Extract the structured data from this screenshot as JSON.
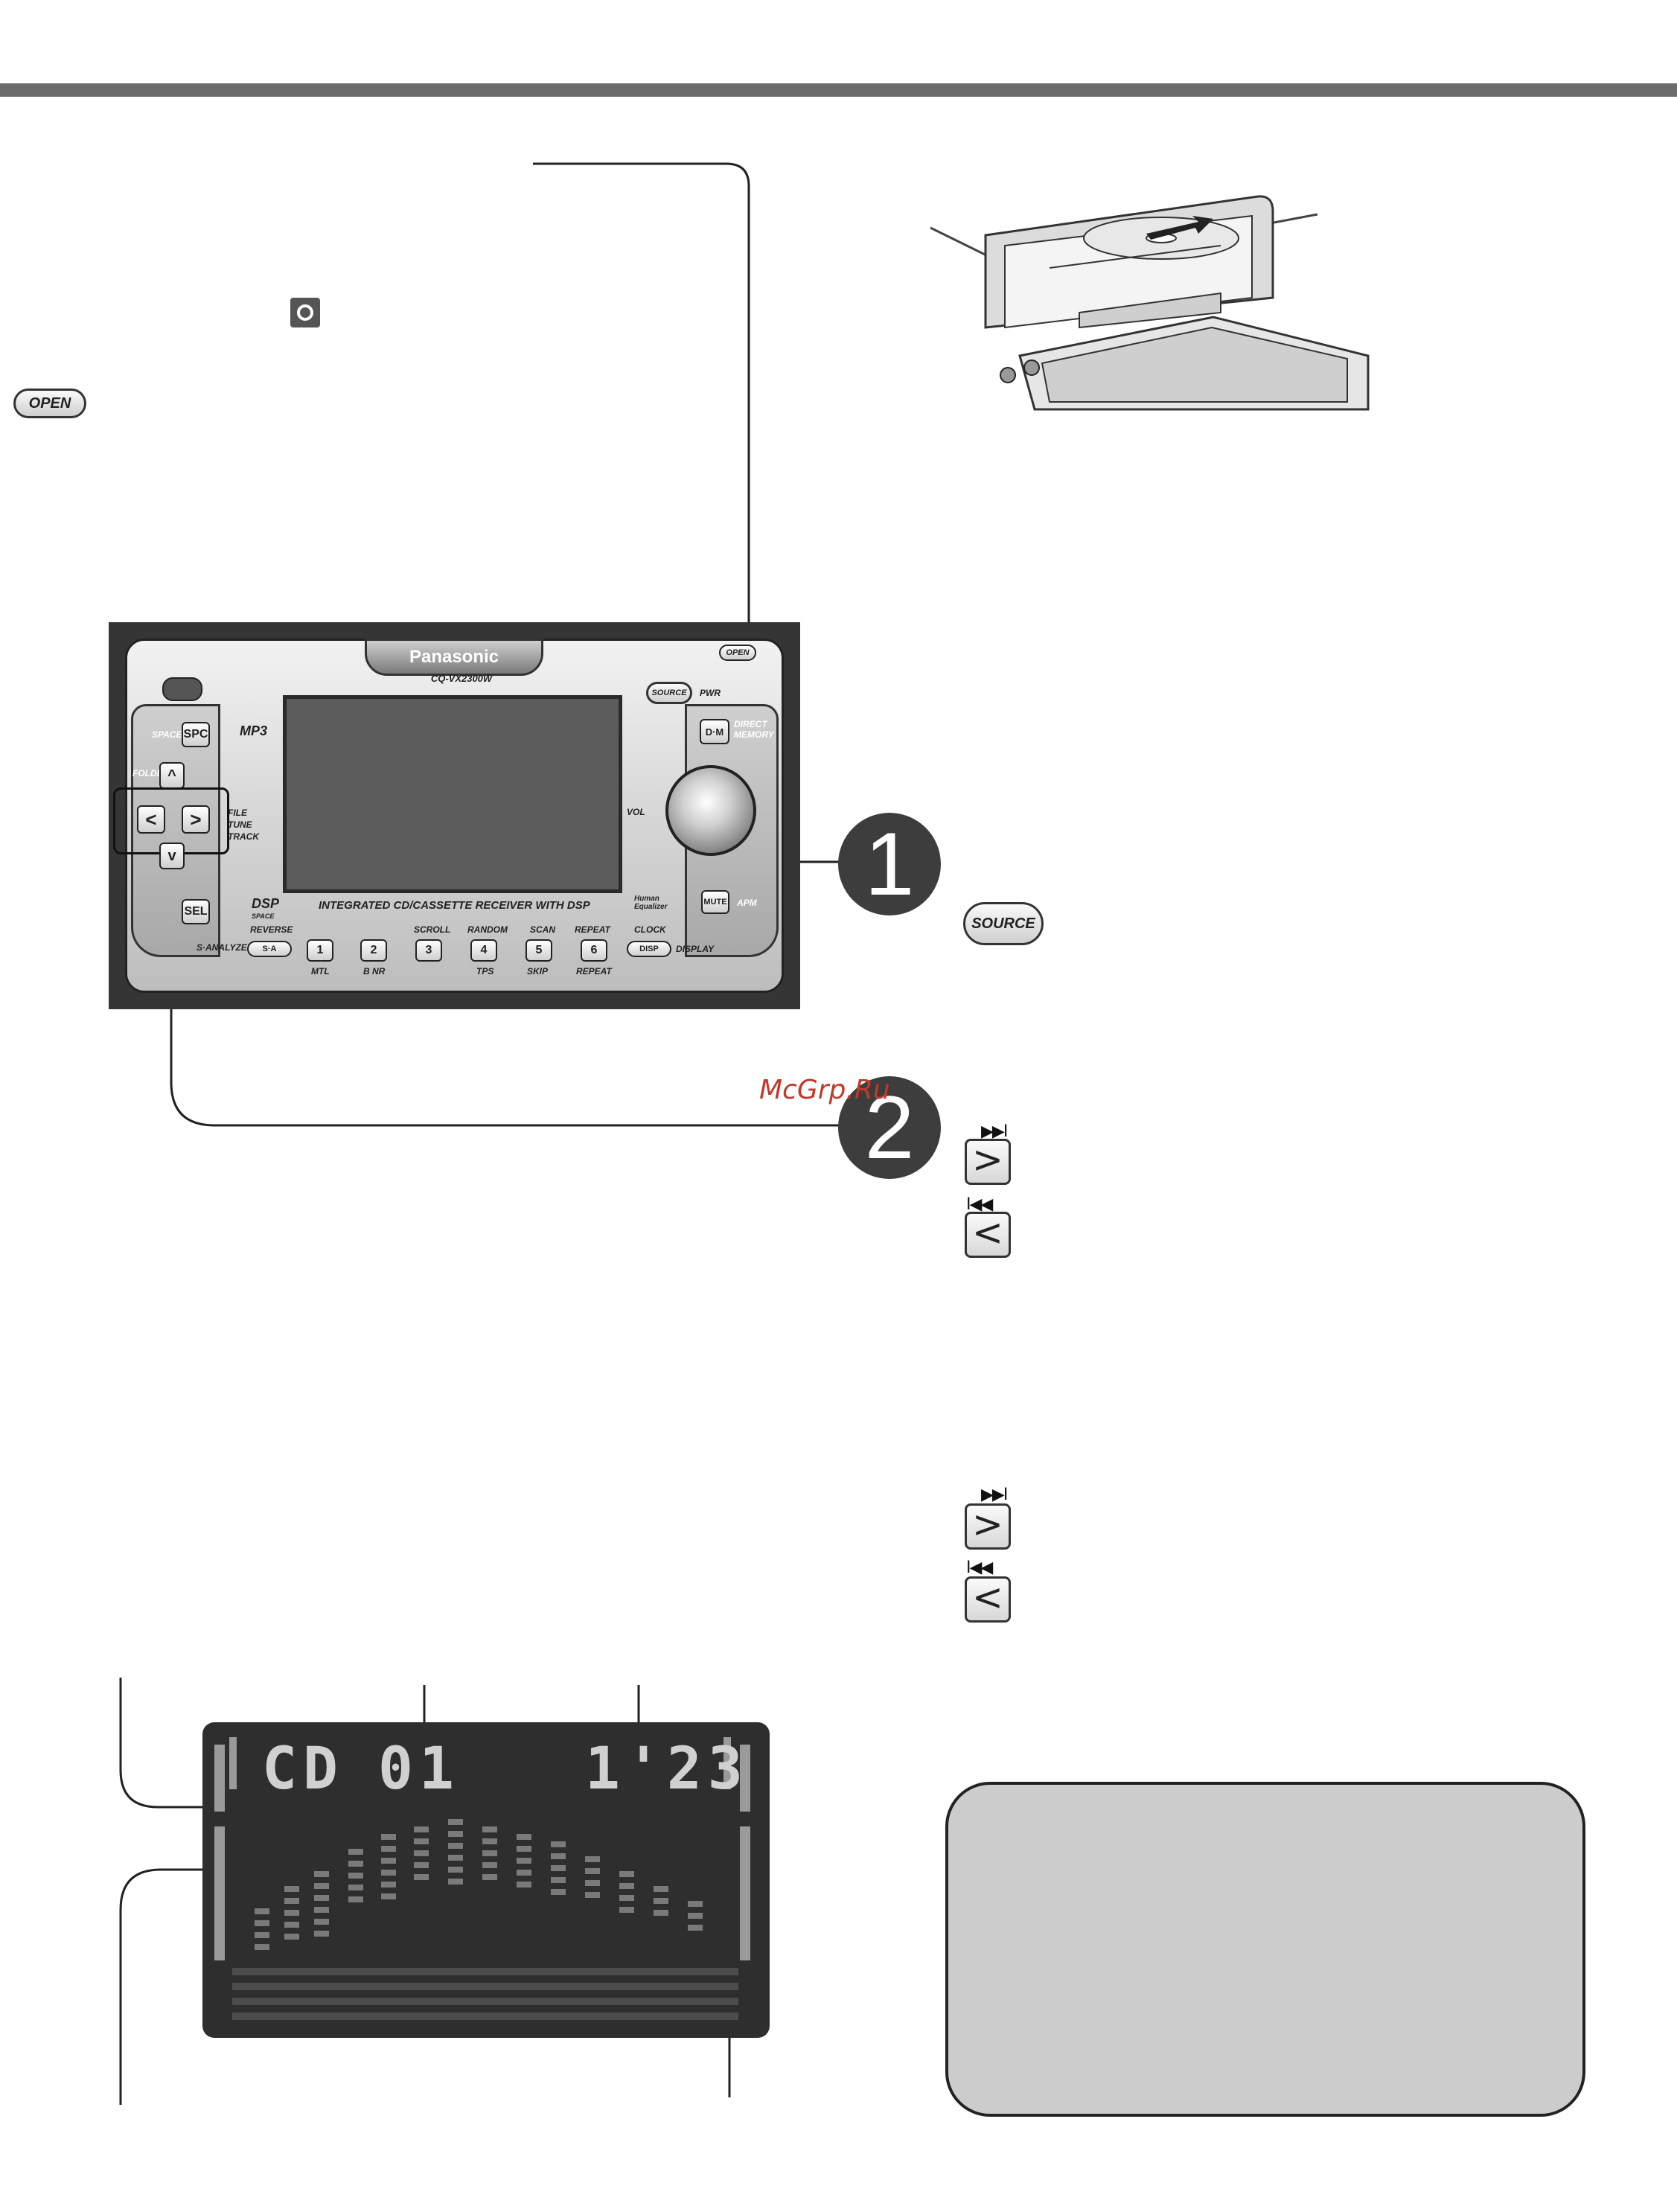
{
  "buttons": {
    "open": "OPEN",
    "source": "SOURCE",
    "next_symbol": "▶▶I",
    "prev_symbol": "I◀◀",
    "next_key": ">",
    "prev_key": "<"
  },
  "unit": {
    "brand": "Panasonic",
    "model": "CQ-VX2300W",
    "power": "PWR",
    "source": "SOURCE",
    "open": "OPEN",
    "dm": "D·M",
    "direct_memory": "DIRECT MEMORY",
    "spc": "SPC",
    "space": "SPACE",
    "folder": "FOLDER",
    "mp3": "MP3",
    "file_tune_track": "FILE TUNE TRACK",
    "vol": "VOL",
    "sel": "SEL",
    "mute": "MUTE",
    "apm": "APM",
    "dsp": "DSP",
    "dsp_space": "SPACE",
    "human_eq": "Human Equalizer",
    "integrated": "INTEGRATED CD/CASSETTE RECEIVER WITH DSP",
    "s_analyzer": "S·ANALYZER",
    "reverse": "REVERSE",
    "sa": "S·A",
    "scroll": "SCROLL",
    "random": "RANDOM",
    "scan": "SCAN",
    "repeat": "REPEAT",
    "clock": "CLOCK",
    "disp": "DISP",
    "display": "DISPLAY",
    "presets": [
      "1",
      "2",
      "3",
      "4",
      "5",
      "6"
    ],
    "preset_sub": [
      "MTL",
      "B NR",
      "TPS",
      "",
      "SKIP",
      "REPEAT"
    ]
  },
  "callouts": [
    "1",
    "2"
  ],
  "lcd": {
    "source": "CD",
    "track": "01",
    "time": "1'23"
  },
  "watermark": "McGrp.Ru",
  "colors": {
    "bar": "#6b6b6b",
    "callout": "#3d3d3d",
    "note_box": "#cccccc",
    "lcd_bg": "#2e2e2e"
  }
}
